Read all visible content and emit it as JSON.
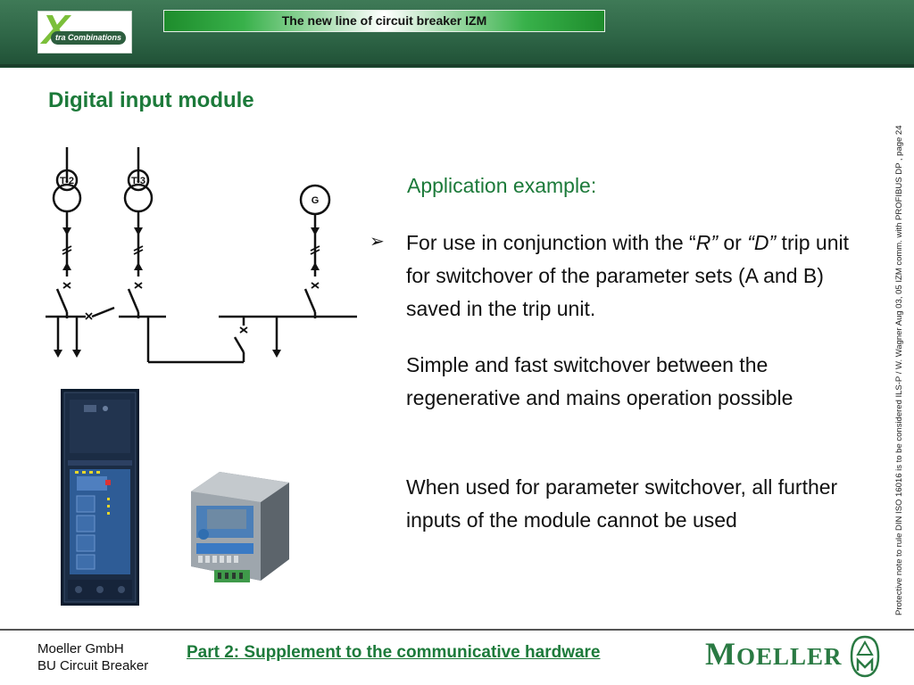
{
  "header": {
    "logo_text": "tra Combinations",
    "title": "The new line of circuit breaker IZM"
  },
  "page_title": "Digital input module",
  "side_note": "Protective note to rule DIN ISO 16016 is to be considered     ILS-P / W. Wagner Aug 03, 05 IZM comm.  with PROFIBUS DP , page 24",
  "diagram": {
    "labels": [
      "T-2",
      "T-3",
      "G"
    ]
  },
  "content": {
    "heading": "Application example:",
    "bullet_symbol": "➢",
    "p1_part1": "For use in conjunction with the “",
    "p1_r": "R”",
    "p1_part2": " or ",
    "p1_d": "“D”",
    "p1_part3": " trip unit for switchover of the parameter sets (A and B) saved in the trip unit.",
    "p2": "Simple and fast switchover between the regenerative and mains operation possible",
    "p3": "When used for parameter switchover, all further inputs of the module cannot be used"
  },
  "footer": {
    "company_line1": "Moeller GmbH",
    "company_line2": "BU Circuit Breaker",
    "part_title": "Part 2: Supplement to the communicative hardware",
    "brand": "MOELLER",
    "brand_first": "M",
    "brand_rest": "OELLER"
  },
  "colors": {
    "header_green": "#2e6546",
    "accent_green": "#1c7a3a",
    "logo_green": "#7bbf3a"
  }
}
